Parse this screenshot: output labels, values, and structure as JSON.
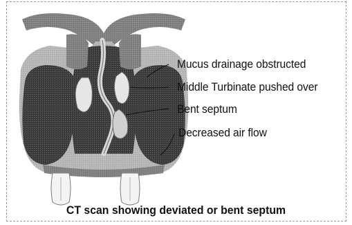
{
  "labels": {
    "mucus": "Mucus drainage obstructed",
    "turbinate": "Middle Turbinate pushed over",
    "septum": "Bent septum",
    "airflow": "Decreased air flow"
  },
  "caption": "CT scan showing deviated or bent septum"
}
